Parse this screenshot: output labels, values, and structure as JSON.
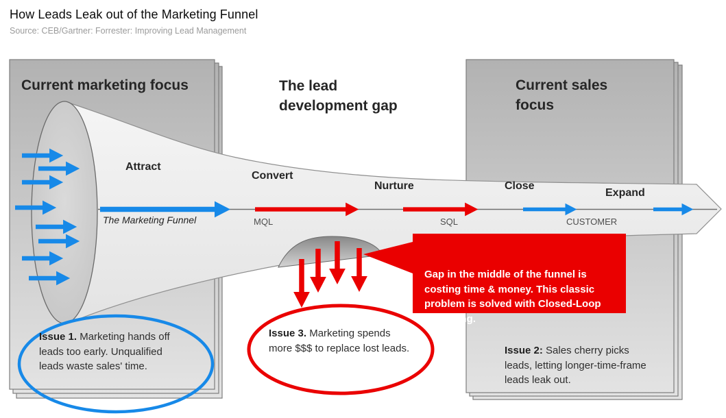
{
  "title": "How Leads Leak out of the Marketing Funnel",
  "source": "Source: CEB/Gartner: Forrester: Improving Lead Management",
  "panels": {
    "marketing": {
      "heading": "Current marketing focus"
    },
    "gap": {
      "heading": "The lead development gap"
    },
    "sales": {
      "heading": "Current sales focus"
    }
  },
  "funnel": {
    "stages": [
      "Attract",
      "Convert",
      "Nurture",
      "Close",
      "Expand"
    ],
    "name_label": "The Marketing Funnel",
    "milestones": {
      "mql": "MQL",
      "sql": "SQL",
      "customer": "CUSTOMER"
    }
  },
  "callout": {
    "text": "Gap in the middle of the funnel is costing time & money. This classic problem is solved with Closed-Loop Marketing."
  },
  "issues": {
    "issue1": {
      "label": "Issue 1.",
      "text": " Marketing hands off leads too early. Unqualified leads waste sales' time."
    },
    "issue2": {
      "label": "Issue 2:",
      "text": " Sales cherry picks leads, letting longer-time-frame leads leak out."
    },
    "issue3": {
      "label": "Issue 3.",
      "text": " Marketing spends more $$$ to replace lost leads."
    }
  },
  "colors": {
    "blue": "#1789e8",
    "red": "#ea0000",
    "panel_gray_top": "#b2b2b2",
    "panel_gray_bottom": "#e3e3e3",
    "funnel_fill": "#ececec",
    "callout_bg": "#ea0000"
  }
}
